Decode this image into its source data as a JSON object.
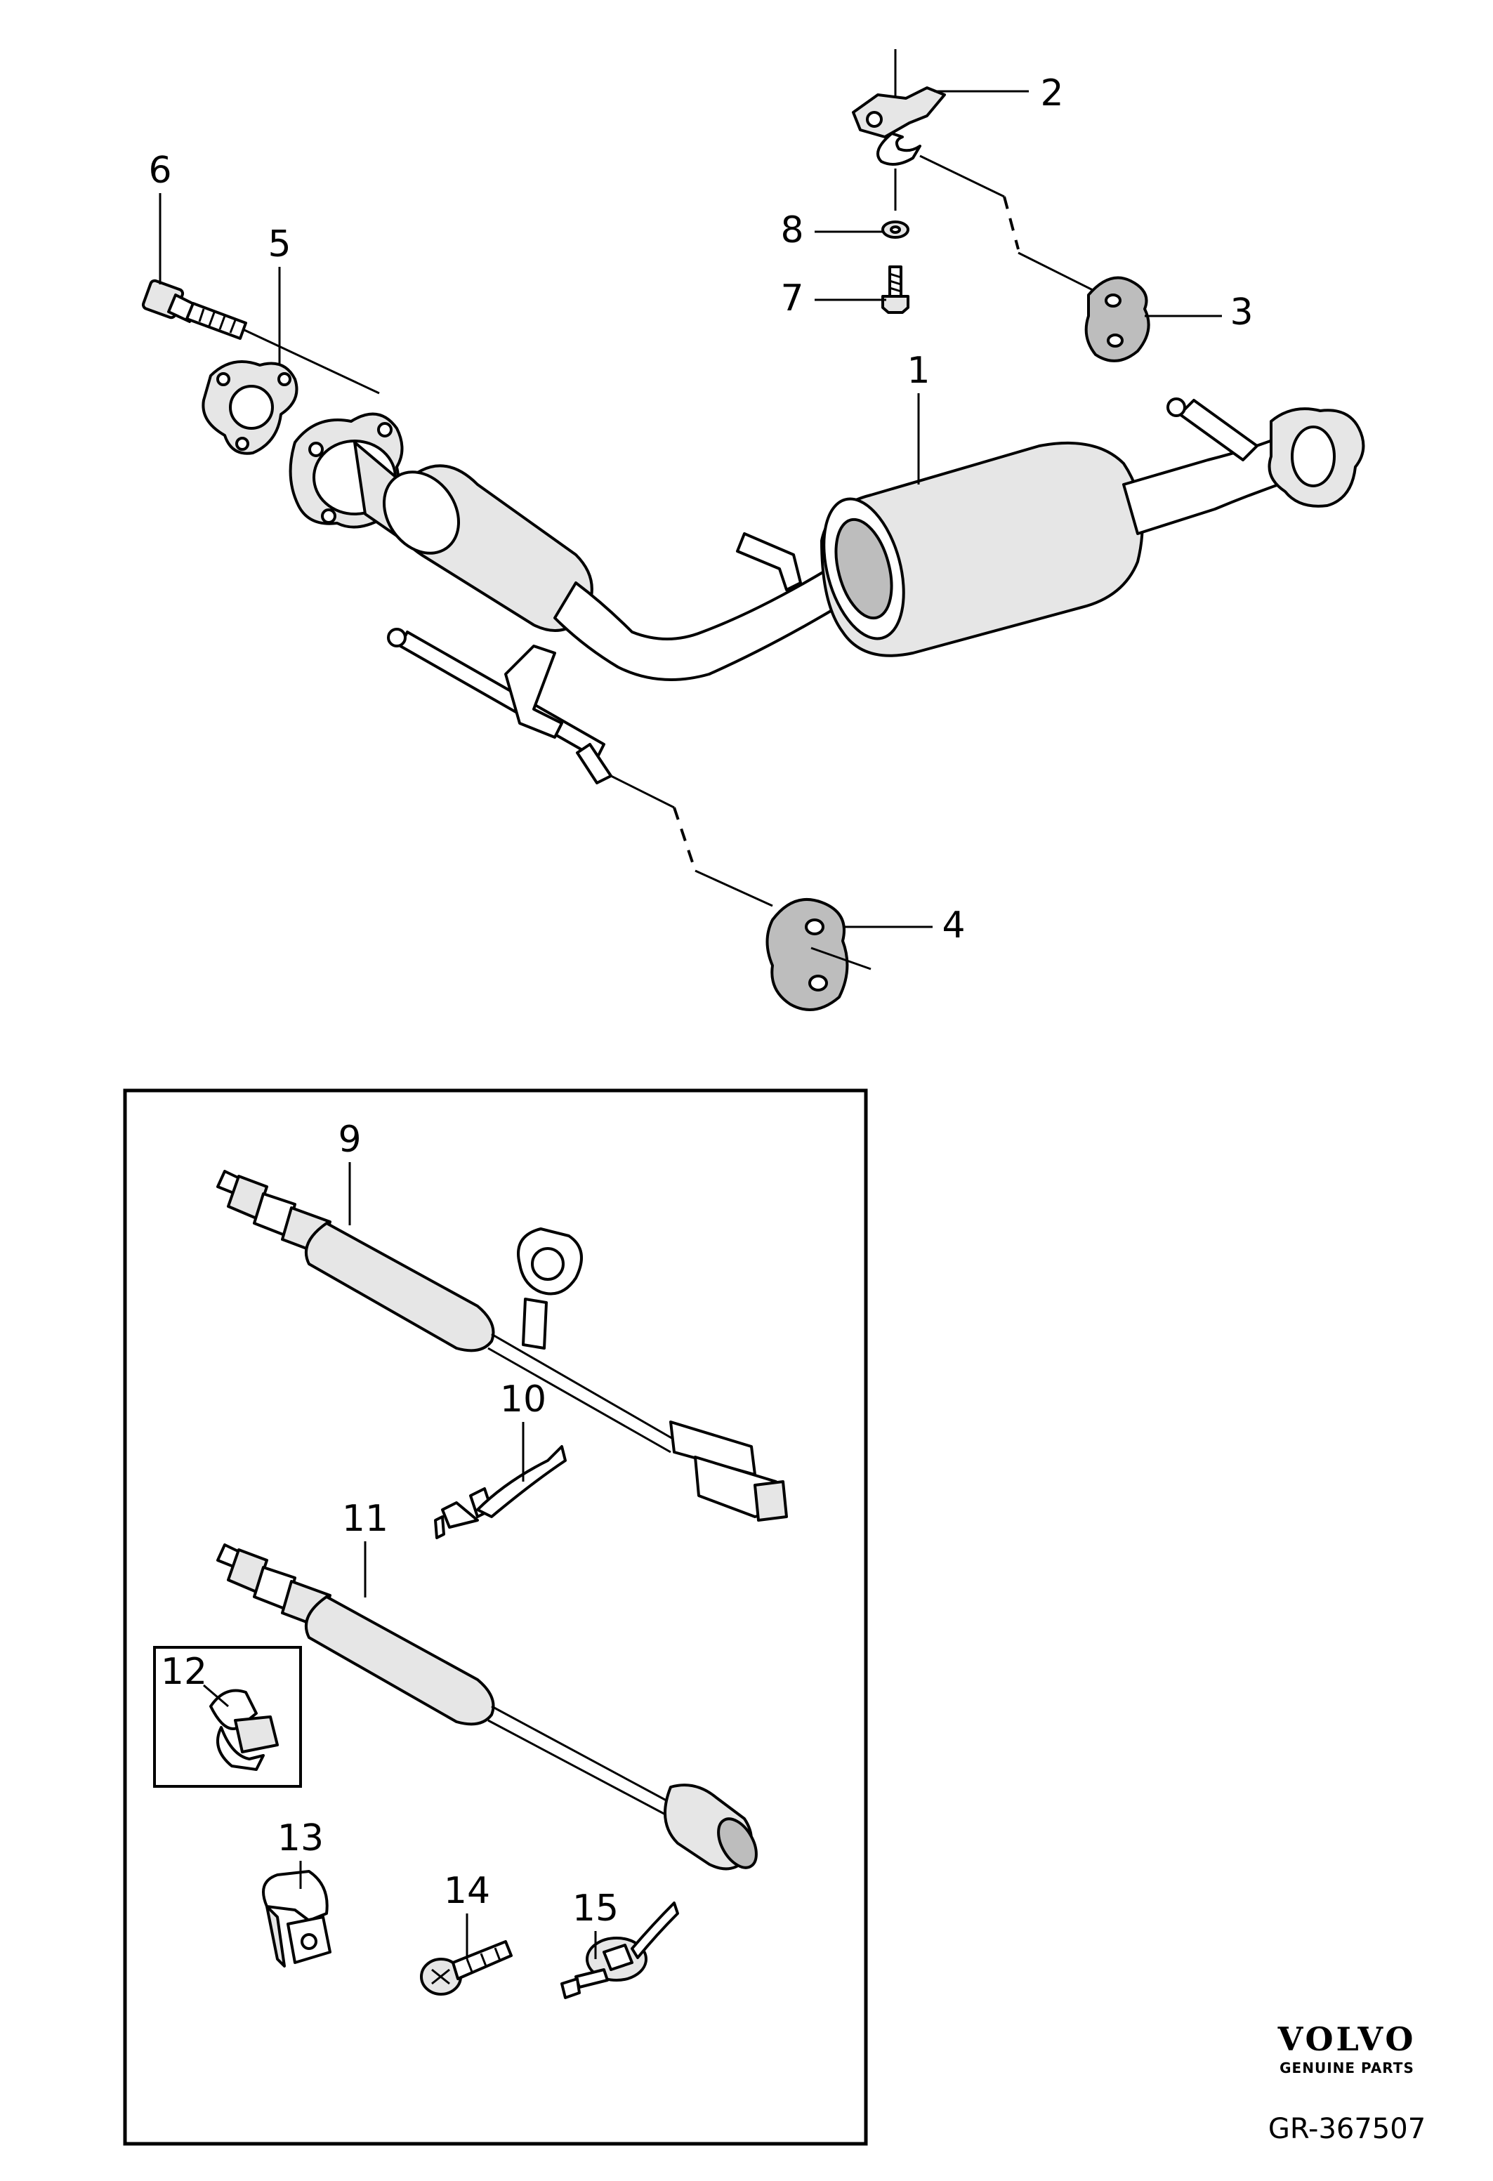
{
  "diagram": {
    "callouts": [
      "1",
      "2",
      "3",
      "4",
      "5",
      "6",
      "7",
      "8",
      "9",
      "10",
      "11",
      "12",
      "13",
      "14",
      "15"
    ]
  },
  "brand": {
    "name": "VOLVO",
    "tagline": "GENUINE PARTS"
  },
  "reference": "GR-367507"
}
